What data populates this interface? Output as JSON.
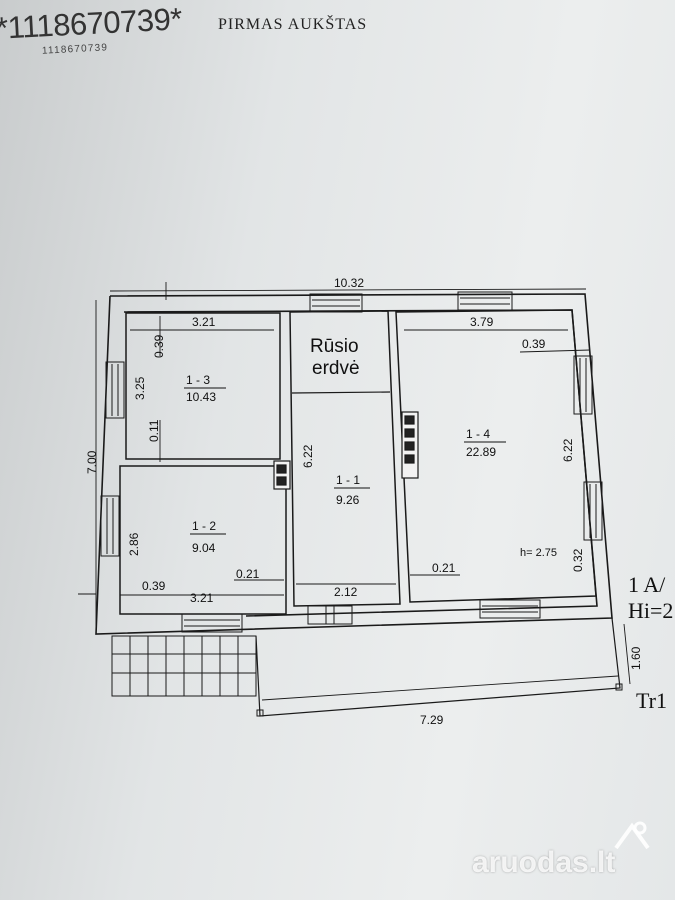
{
  "header": {
    "barcode": "*1118670739*",
    "barcode_small": "1118670739",
    "floor_title": "PIRMAS AUKŠTAS"
  },
  "plan": {
    "overall_width": "10.32",
    "overall_height": "7.00",
    "terrace_width": "7.29",
    "terrace_depth": "1.60",
    "rooms": {
      "r13": {
        "id": "1 - 3",
        "area": "10.43"
      },
      "r12": {
        "id": "1 - 2",
        "area": "9.04"
      },
      "r11": {
        "id": "1 - 1",
        "area": "9.26"
      },
      "r14": {
        "id": "1 - 4",
        "area": "22.89"
      },
      "basement": {
        "line1": "Rūsio",
        "line2": "erdvė"
      }
    },
    "dims": {
      "d321_top": "3.21",
      "d039_r13": "0.39",
      "d325": "3.25",
      "d011": "0.11",
      "d286": "2.86",
      "d039_r12": "0.39",
      "d321_bottom": "3.21",
      "d021_r12": "0.21",
      "d622_mid": "6.22",
      "d212": "2.12",
      "d379": "3.79",
      "d039_r14": "0.39",
      "d622_right": "6.22",
      "d021_r14": "0.21",
      "d032": "0.32",
      "height": "h= 2.75"
    }
  },
  "side_labels": {
    "tr": "Tr1",
    "note1": "1 A/",
    "note2": "Hi=2"
  },
  "watermark": "aruodas.lt"
}
